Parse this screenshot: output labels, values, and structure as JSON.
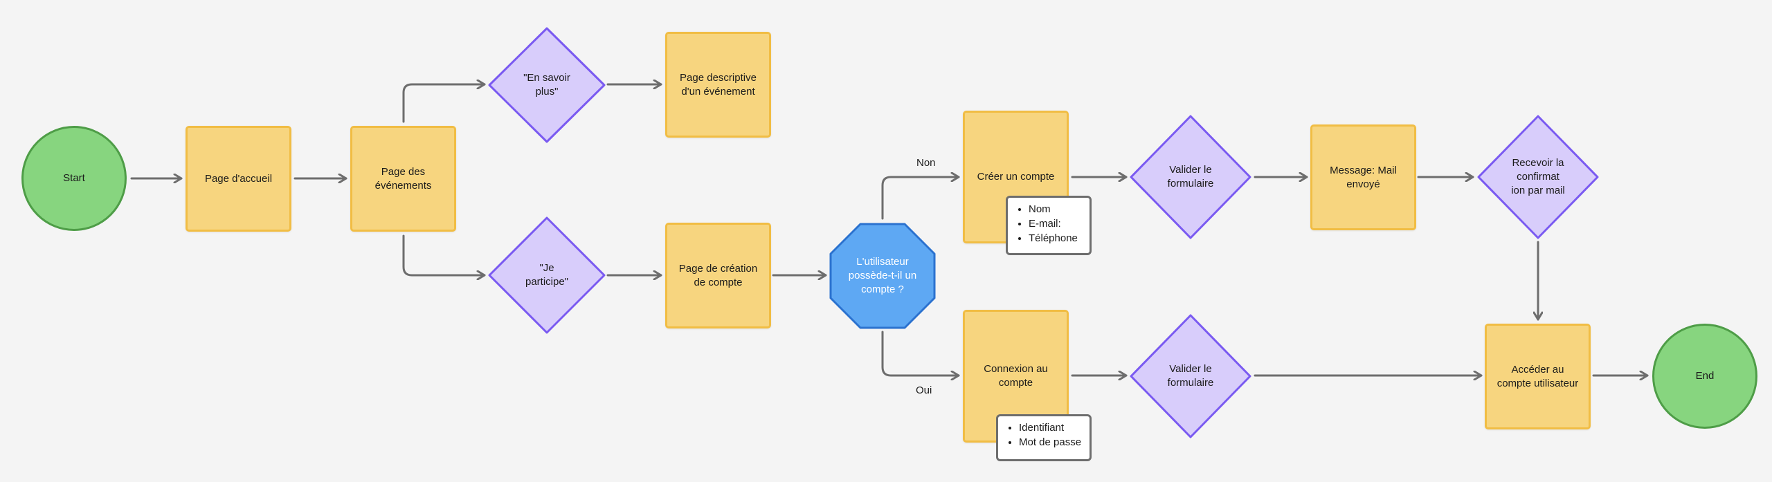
{
  "colors": {
    "process_fill": "#f7d57f",
    "process_stroke": "#f1bd44",
    "decision_fill": "#d8cdfb",
    "decision_stroke": "#7a5af1",
    "terminal_fill": "#87d57f",
    "terminal_stroke": "#4e9d47",
    "question_fill": "#5ea8f3",
    "question_stroke": "#2b72cf",
    "connector": "#6d6d6d"
  },
  "nodes": {
    "start": "Start",
    "home": "Page d'accueil",
    "events": "Page des\névénements",
    "learn_more": "\"En savoir\nplus\"",
    "participate": "\"Je\nparticipe\"",
    "event_detail": "Page descriptive\nd'un événement",
    "create_account_page": "Page de création\nde compte",
    "has_account": "L'utilisateur\npossède-t-il un\ncompte ?",
    "create_account": "Créer un compte",
    "login": "Connexion au\ncompte",
    "validate_form_top": "Valider le\nformulaire",
    "validate_form_bottom": "Valider le\nformulaire",
    "mail_sent": "Message: Mail\nenvoyé",
    "receive_confirmation": "Recevoir la\nconfirmat\nion par mail",
    "access_account": "Accéder au\ncompte utilisateur",
    "end": "End"
  },
  "notes": {
    "create_fields": [
      "Nom",
      "E-mail:",
      "Téléphone"
    ],
    "login_fields": [
      "Identifiant",
      "Mot de passe"
    ]
  },
  "edge_labels": {
    "no": "Non",
    "yes": "Oui"
  }
}
